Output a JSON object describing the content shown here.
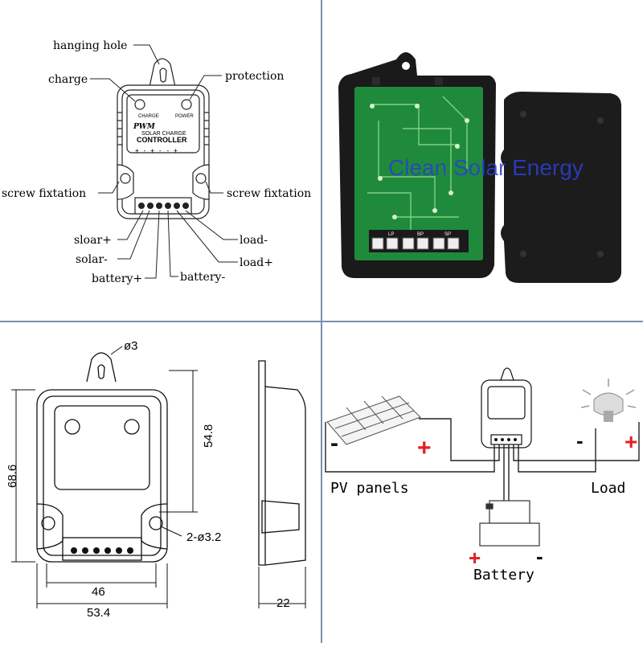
{
  "labeled_diagram": {
    "hanging_hole": "hanging hole",
    "charge": "charge",
    "protection": "protection",
    "screw_left": "screw fixtation",
    "screw_right": "screw fixtation",
    "sloar_plus": "sloar+",
    "solar_minus": "solar-",
    "battery_plus": "battery+",
    "battery_minus": "battery-",
    "load_minus": "load-",
    "load_plus": "load+",
    "led_charge": "CHARGE",
    "led_power": "POWER",
    "pwm": "PWM",
    "brand_line1": "SOLAR CHARGE",
    "brand_line2": "CONTROLLER",
    "terminal_signs": "+ - + - - +"
  },
  "photo": {
    "watermark": "Clean Solar Energy",
    "terminal_marks": [
      "LP",
      "BP",
      "SP"
    ]
  },
  "dimensions": {
    "hole": "ø3",
    "height_total": "68.6",
    "height_inner": "54.8",
    "screw_holes": "2-ø3.2",
    "width_inner": "46",
    "width_total": "53.4",
    "depth": "22"
  },
  "wiring": {
    "pv_label": "PV panels",
    "load_label": "Load",
    "battery_label": "Battery",
    "pv_minus": "-",
    "pv_plus": "+",
    "load_minus": "-",
    "load_plus": "+",
    "bat_plus": "+",
    "bat_minus": "-"
  },
  "colors": {
    "divider": "#7a8fb0",
    "accent_red": "#e02020",
    "pcb_green": "#1f8a3c",
    "watermark_blue": "#2a3fd0"
  }
}
